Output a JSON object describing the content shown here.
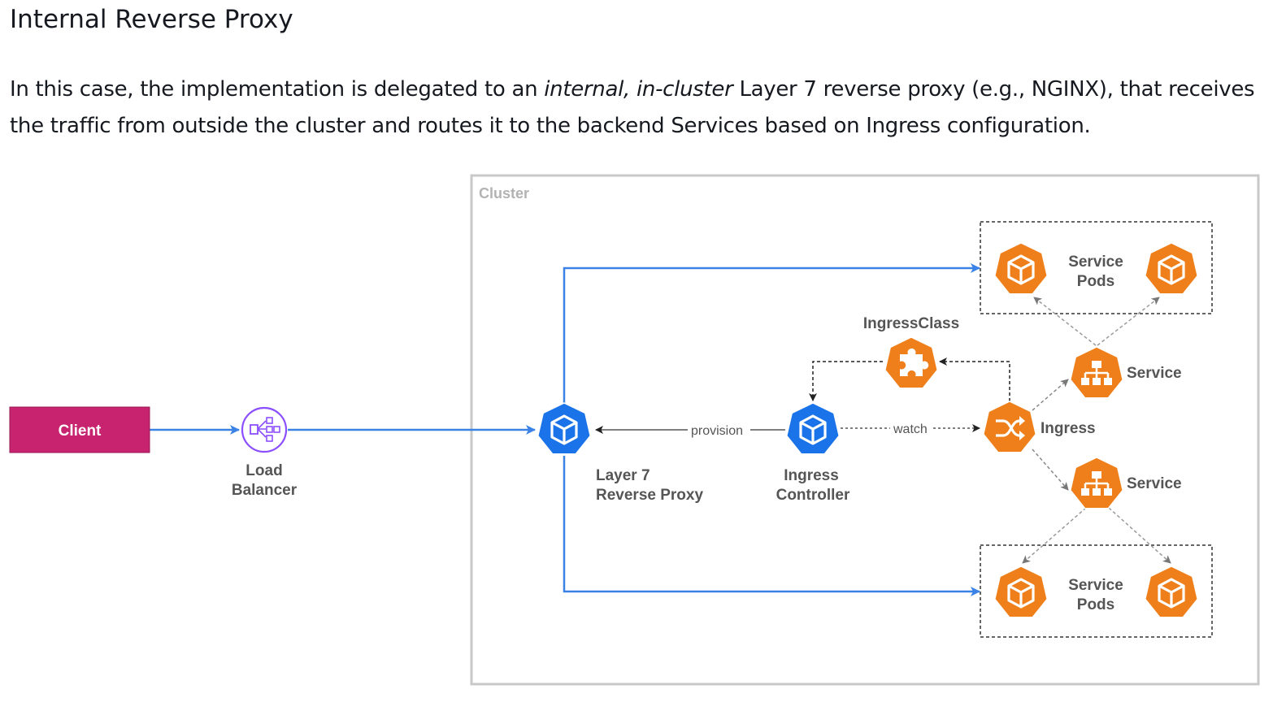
{
  "article": {
    "heading": "Internal Reverse Proxy",
    "para_part1": "In this case, the implementation is delegated to an ",
    "para_italic": "internal, in-cluster",
    "para_part2": " Layer 7 reverse proxy (e.g., NGINX), that receives the traffic from outside the cluster and routes it to the backend Services based on Ingress configuration."
  },
  "diagram": {
    "cluster_label": "Cluster",
    "client_label": "Client",
    "load_balancer_line1": "Load",
    "load_balancer_line2": "Balancer",
    "proxy_line1": "Layer 7",
    "proxy_line2": "Reverse Proxy",
    "controller_line1": "Ingress",
    "controller_line2": "Controller",
    "ingress_class_label": "IngressClass",
    "ingress_label": "Ingress",
    "service_top_label": "Service",
    "service_bottom_label": "Service",
    "pods_top_line1": "Service",
    "pods_top_line2": "Pods",
    "pods_bottom_line1": "Service",
    "pods_bottom_line2": "Pods",
    "provision_label": "provision",
    "watch_label": "watch"
  },
  "colors": {
    "client": "#c7236f",
    "k8s_blue": "#1a73e8",
    "k8s_orange": "#ef7f1a",
    "flow_line": "#3b82e6",
    "load_balancer": "#8c4fff"
  },
  "icons": {
    "load_balancer": "load-balancer-icon",
    "reverse_proxy": "kubernetes-pod-icon",
    "ingress_controller": "kubernetes-pod-icon",
    "ingress_class": "puzzle-icon",
    "ingress": "shuffle-icon",
    "service": "network-tree-icon",
    "pod": "cube-icon"
  }
}
